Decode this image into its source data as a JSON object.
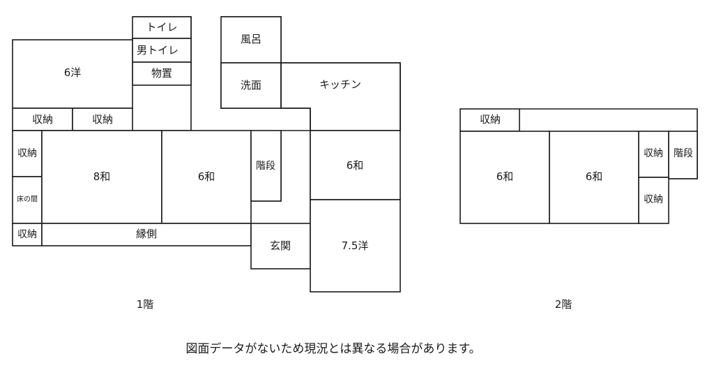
{
  "floor1": {
    "label": "1階",
    "rooms": {
      "toilet": "トイレ",
      "mens_toilet": "男トイレ",
      "storage_room": "物置",
      "western_6_nw": "6洋",
      "closet_1": "収納",
      "closet_2": "収納",
      "bath": "風呂",
      "washroom": "洗面",
      "kitchen": "キッチン",
      "closet_left_top": "収納",
      "tokonoma": "床の間",
      "closet_left_bottom": "収納",
      "japanese_8": "8和",
      "japanese_6_center": "6和",
      "stairs": "階段",
      "engawa": "縁側",
      "japanese_6_east": "6和",
      "entrance": "玄関",
      "western_7_5": "7.5洋"
    }
  },
  "floor2": {
    "label": "2階",
    "rooms": {
      "closet_top": "収納",
      "japanese_6_left": "6和",
      "japanese_6_right": "6和",
      "closet_mid": "収納",
      "stairs": "階段",
      "closet_bottom": "収納"
    }
  },
  "note": "図面データがないため現況とは異なる場合があります。"
}
